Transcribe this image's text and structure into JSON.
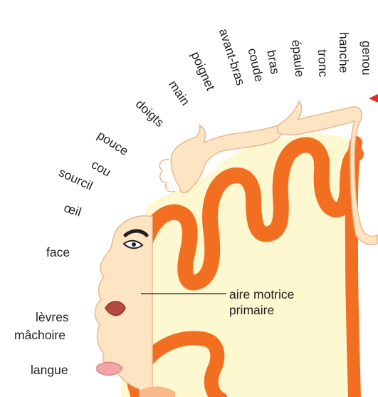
{
  "labels": {
    "genou": "genou",
    "hanche": "hanche",
    "tronc": "tronc",
    "epaule": "épaule",
    "bras": "bras",
    "coude": "coude",
    "avant_bras": "avant-bras",
    "poignet": "poignet",
    "main": "main",
    "doigts": "doigts",
    "pouce": "pouce",
    "cou": "cou",
    "sourcil": "sourcil",
    "oeil": "œil",
    "face": "face",
    "levres": "lèvres",
    "machoire": "mâchoire",
    "langue": "langue"
  },
  "annotation": {
    "line1": "aire motrice",
    "line2": "primaire"
  },
  "colors": {
    "cortex": "#f26f21",
    "inner": "#fdf8cf",
    "skin": "#fde4c2",
    "skin_outline": "#e8b98f",
    "eye": "#231f20",
    "tongue": "#f2a5a5",
    "arrow": "#e12b2b"
  }
}
